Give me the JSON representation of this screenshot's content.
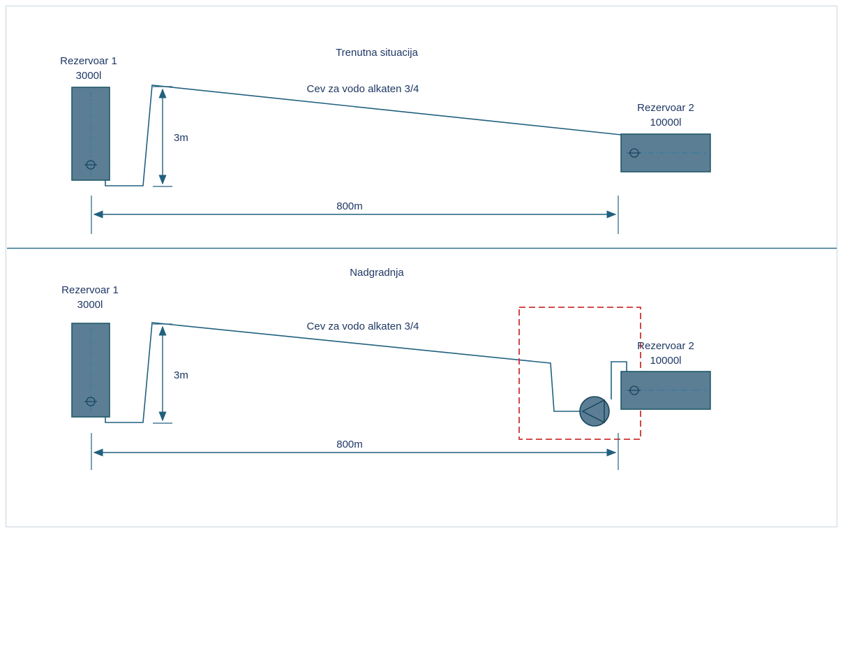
{
  "colors": {
    "line": "#21607f",
    "text": "#1f3864",
    "tank_fill": "#5b7e95",
    "tank_stroke": "#215968",
    "centerline": "#2e7ba0",
    "highlight_box": "#cc3333",
    "background": "#ffffff"
  },
  "icons": {
    "pump": "centrifugal-pump-symbol",
    "valve": "valve-circle-symbol"
  },
  "sections": {
    "top": {
      "title": "Trenutna situacija",
      "tank1": {
        "name": "Rezervoar 1",
        "capacity": "3000l"
      },
      "tank2": {
        "name": "Rezervoar 2",
        "capacity": "10000l"
      },
      "pipe_label": "Cev za vodo alkaten 3/4",
      "height_dim": "3m",
      "distance_dim": "800m"
    },
    "bottom": {
      "title": "Nadgradnja",
      "tank1": {
        "name": "Rezervoar 1",
        "capacity": "3000l"
      },
      "tank2": {
        "name": "Rezervoar 2",
        "capacity": "10000l"
      },
      "pipe_label": "Cev za vodo alkaten 3/4",
      "height_dim": "3m",
      "distance_dim": "800m"
    }
  }
}
